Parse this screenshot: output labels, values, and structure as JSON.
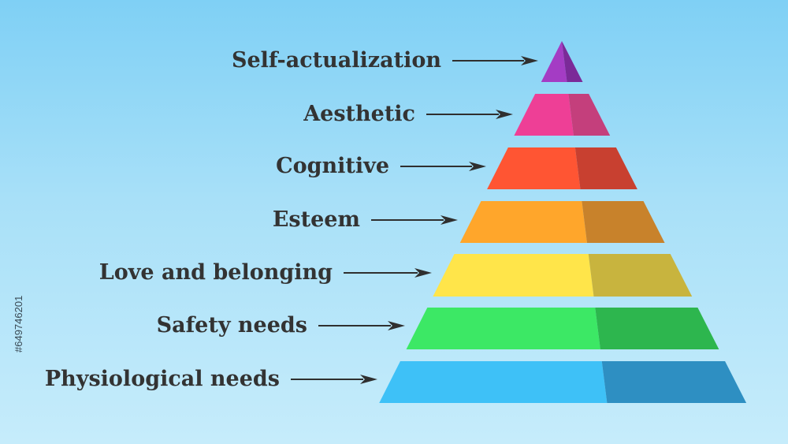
{
  "diagram": {
    "levels": [
      {
        "label": "Self-actualization",
        "front_color": "#a43cc4",
        "side_color": "#7b2a98"
      },
      {
        "label": "Aesthetic",
        "front_color": "#ee3f96",
        "side_color": "#c43f7c"
      },
      {
        "label": "Cognitive",
        "front_color": "#ff5533",
        "side_color": "#c84030"
      },
      {
        "label": "Esteem",
        "front_color": "#ffa62b",
        "side_color": "#c8822b"
      },
      {
        "label": "Love and belonging",
        "front_color": "#ffe54a",
        "side_color": "#c8b43e"
      },
      {
        "label": "Safety needs",
        "front_color": "#3ce865",
        "side_color": "#2db64e"
      },
      {
        "label": "Physiological needs",
        "front_color": "#3ec1f7",
        "side_color": "#2e8fc2"
      }
    ]
  },
  "watermark": {
    "stock_id": "#649746201"
  }
}
